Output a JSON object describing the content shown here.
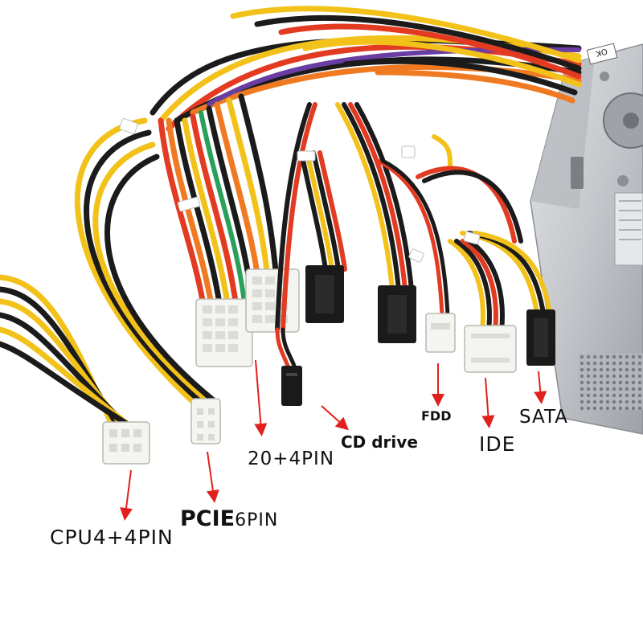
{
  "labels": {
    "cpu": "CPU4+4PIN",
    "pcie_bold": "PCIE",
    "pcie_thin": "6PIN",
    "atx": "20+4PIN",
    "cd": "CD drive",
    "fdd": "FDD",
    "ide": "IDE",
    "sata": "SATA"
  },
  "psu_sticker": "OK",
  "colors": {
    "arrow": "#e0201c",
    "wire_yellow": "#f2c21a",
    "wire_black": "#1b1b1b",
    "wire_red": "#e23b22",
    "wire_orange": "#f07a22",
    "wire_purple": "#6a3da3",
    "connector_white": "#f4f4f0",
    "sata_black": "#1a1a1a",
    "psu_metal": "#c9ccd0"
  }
}
